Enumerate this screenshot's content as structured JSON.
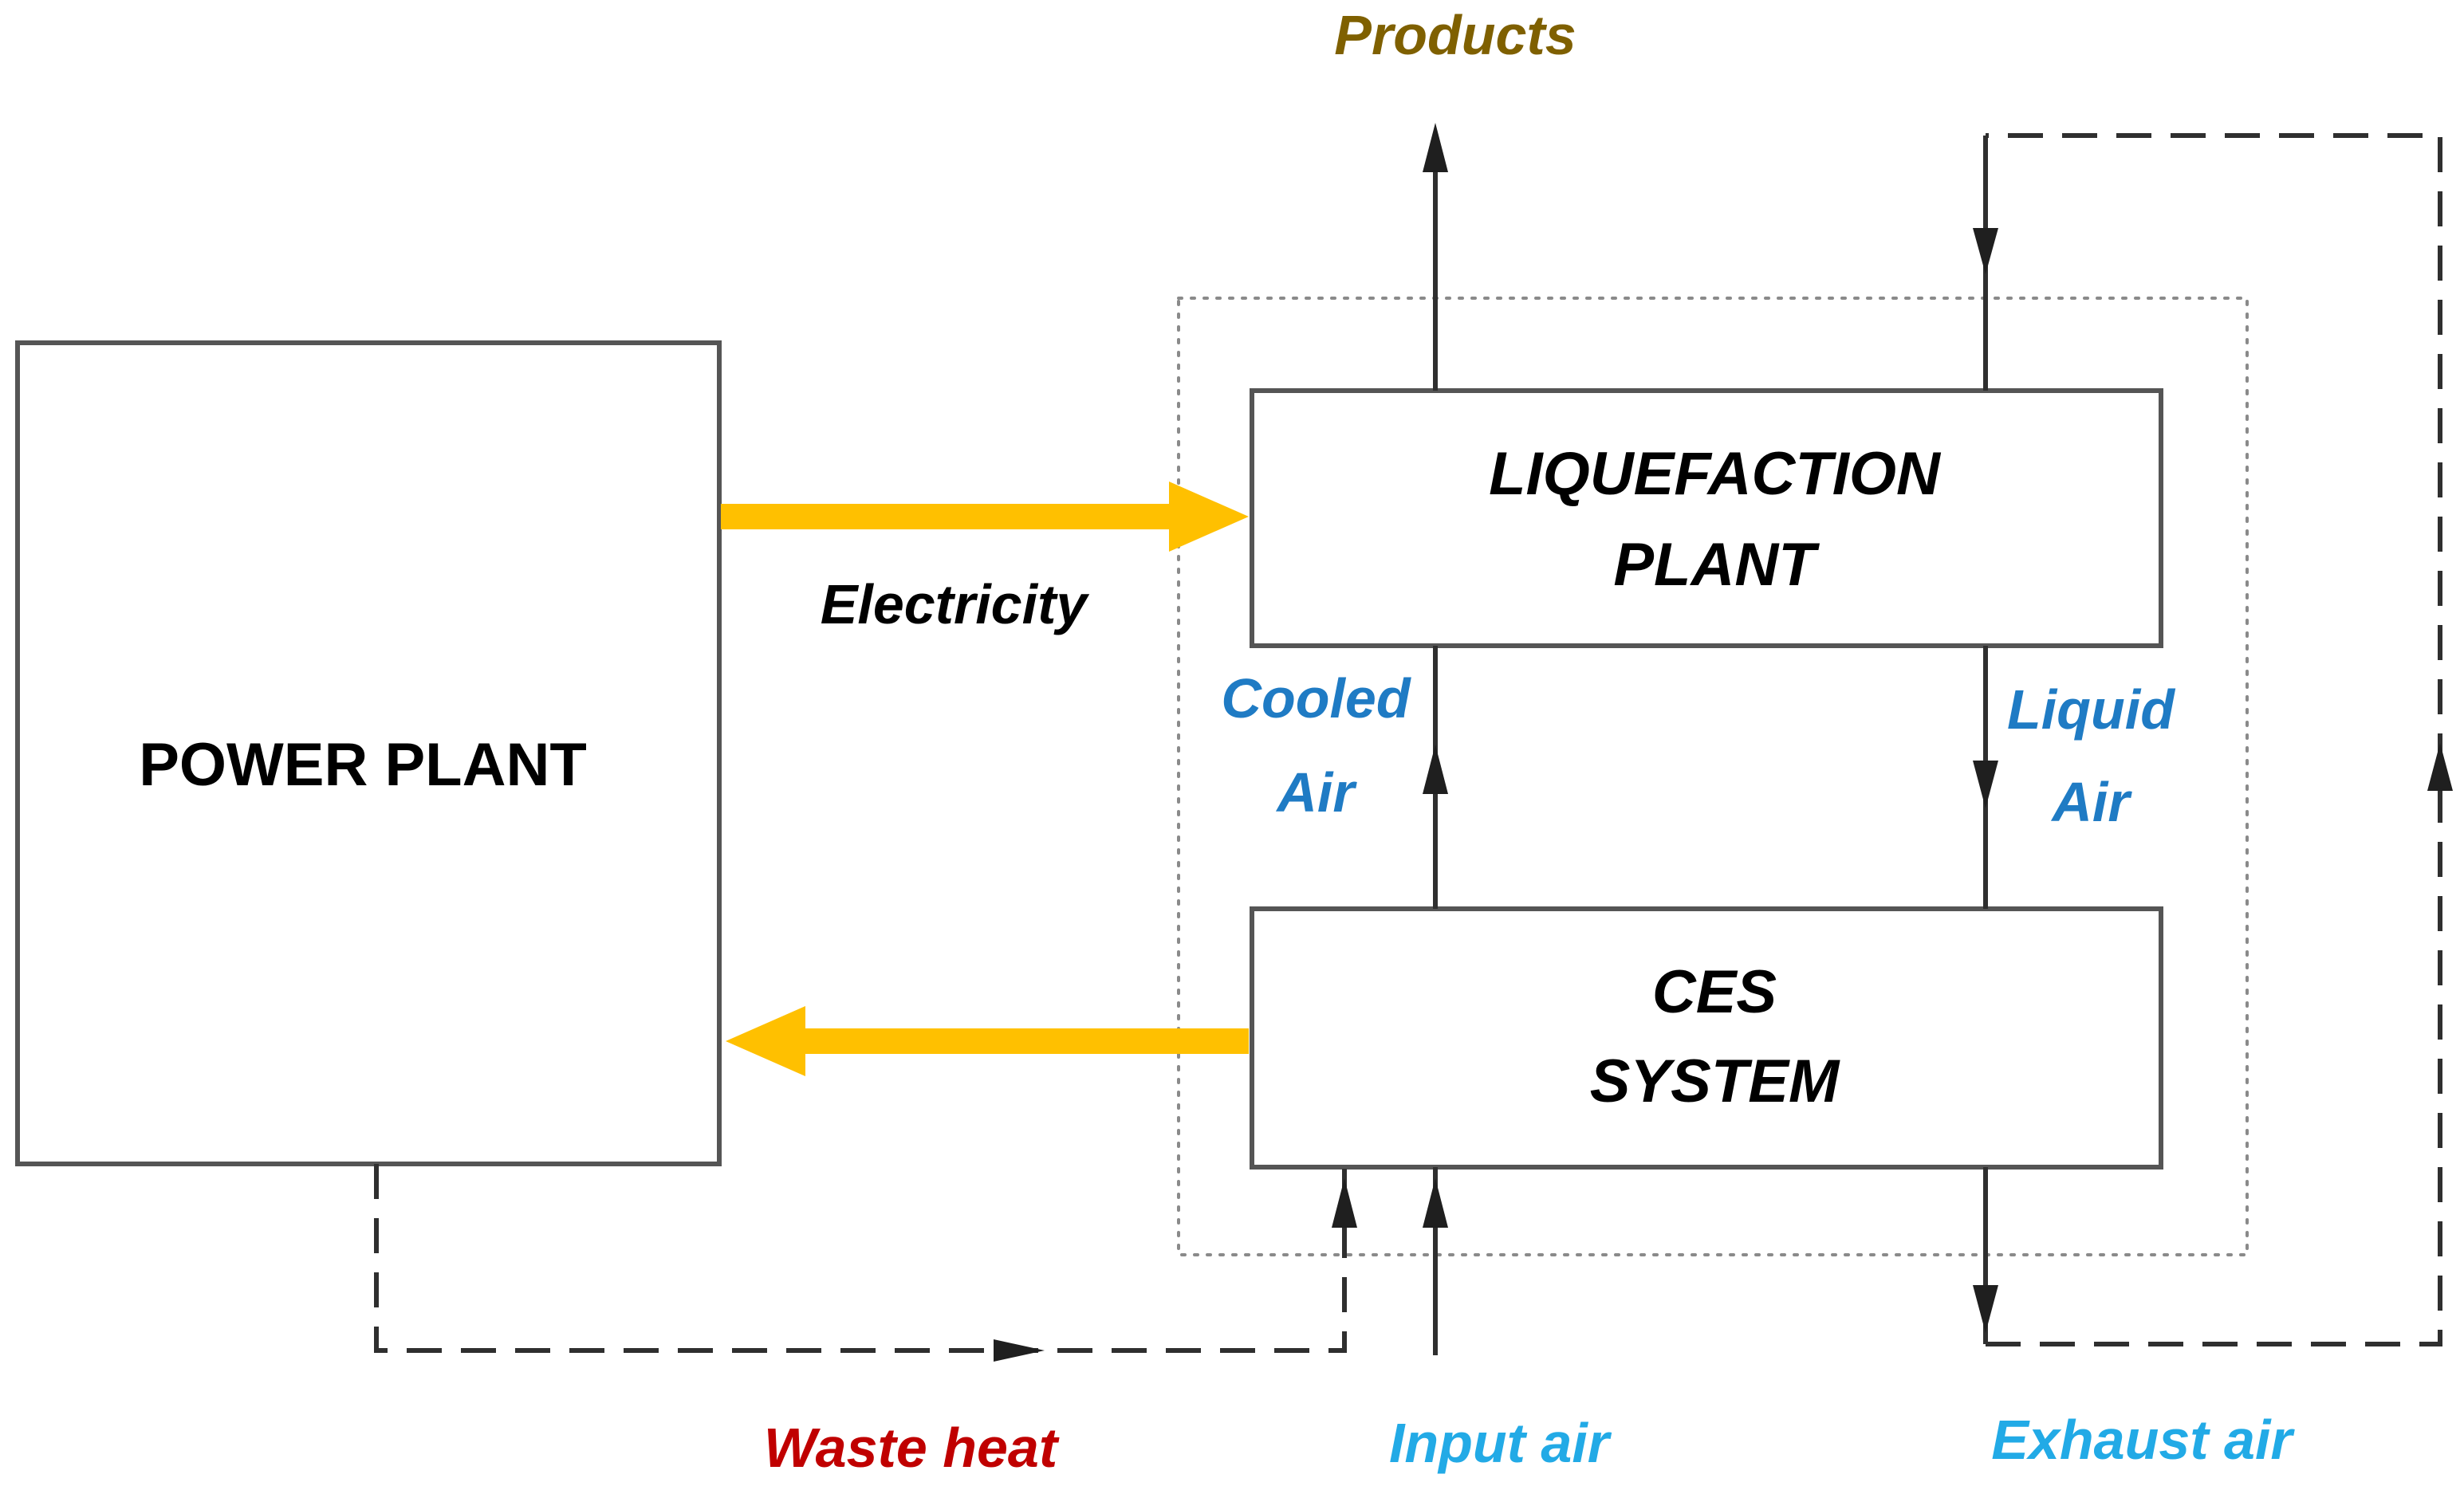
{
  "nodes": {
    "power_plant": "POWER PLANT",
    "liquefaction_plant": [
      "LIQUEFACTION",
      "PLANT"
    ],
    "ces_system": [
      "CES",
      "SYSTEM"
    ]
  },
  "flows": {
    "products": "Products",
    "electricity": "Electricity",
    "cooled_air": [
      "Cooled",
      "Air"
    ],
    "liquid_air": [
      "Liquid",
      "Air"
    ],
    "waste_heat": "Waste heat",
    "input_air": "Input air",
    "exhaust_air": "Exhaust air"
  },
  "colors": {
    "node_text": "#000000",
    "products": "#7F6000",
    "air_labels": "#1F7BC4",
    "external_air": "#22AAE6",
    "waste_heat": "#C00000",
    "electricity_arrow": "#FFC000",
    "lines": "#2f2f2f"
  }
}
